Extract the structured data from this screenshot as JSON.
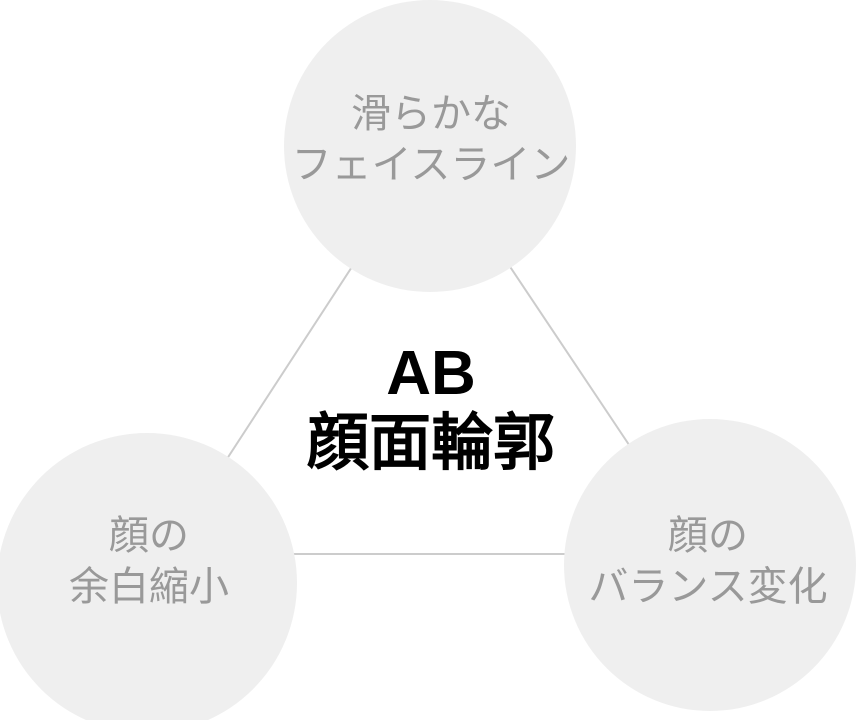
{
  "title": {
    "line1": "AB",
    "line2": "顔面輪郭"
  },
  "nodes": {
    "top": {
      "line1": "滑らかな",
      "line2": "フェイスライン"
    },
    "bottom_left": {
      "line1": "顔の",
      "line2": "余白縮小"
    },
    "bottom_right": {
      "line1": "顔の",
      "line2": "バランス変化"
    }
  },
  "colors": {
    "background": "#ffffff",
    "circle_fill": "#efefef",
    "node_text": "#999999",
    "connector_line": "#cccccc",
    "title_text": "#000000"
  }
}
